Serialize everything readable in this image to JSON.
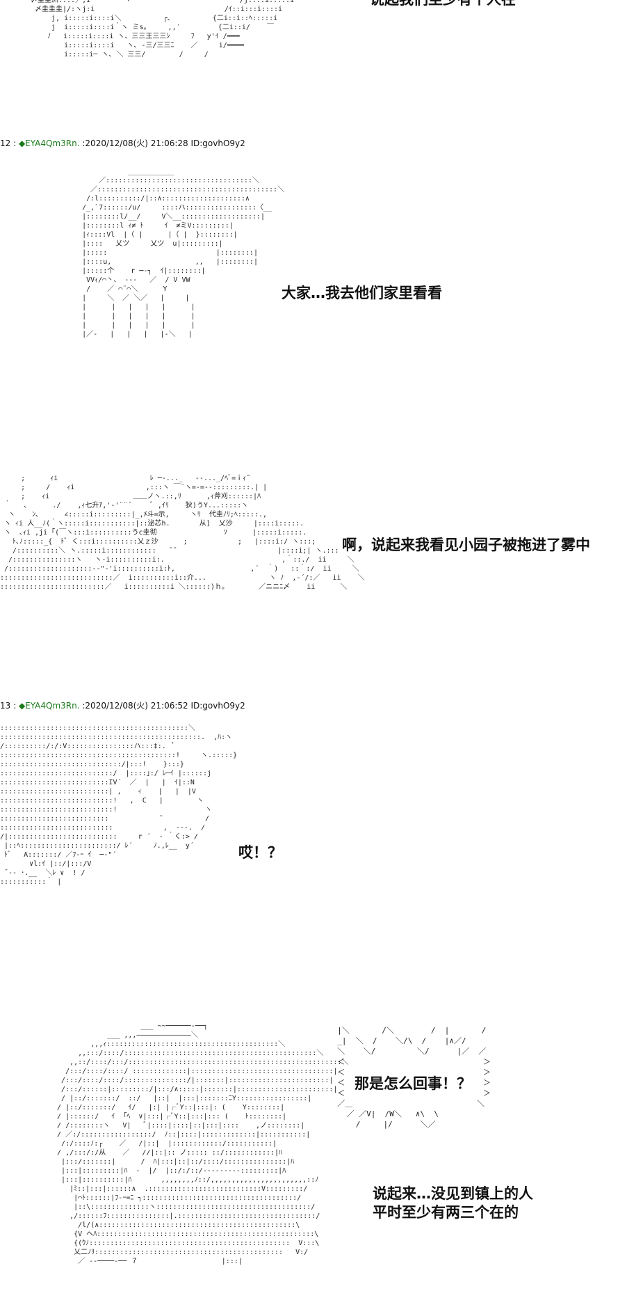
{
  "posts": [
    {
      "number": "12",
      "trip": "◆EYA4Qm3Rn.",
      "datetime": ":2020/12/08(火) 21:06:28",
      "id": "ID:govhO9y2"
    },
    {
      "number": "13",
      "trip": "◆EYA4Qm3Rn.",
      "datetime": ":2020/12/08(火) 21:06:52",
      "id": "ID:govhO9y2"
    }
  ],
  "dialogs": {
    "top_cut": "说起我们至少有个人在",
    "everyone": "大家…我去他们家里看看",
    "sonoko": "啊，说起来我看见小园子被拖进了雾中",
    "huh": "哎！？",
    "what_happened": "那是怎么回事！？",
    "no_people_line1": "说起来…没见到镇上的人",
    "no_people_line2": "平时至少有两三个在的"
  },
  "art": {
    "top": "〆圭圭洲::::／;i        ヽ                          /j::::i:::::i\n 〆圭圭圭|/:ヽj:i                               /ｲ::i:::i::::i\n     j, i:::::i::::i＼          ┌､          {二i::i::ﾍ:::::i\n     j  i:::::i::::i｀ヽ ミs｡     ,,′         {二i::i/    ￣\n    ﾉ   i:::::i::::i ヽ、三三王三三ｼ     ﾌ   y'ｲ /━━━\n        i:::::i::::i   ヽ､ ‐三/三三ﾆ    ／     i/━━━━\n        i:::::i─ ヽ､ ＼ 三三/        /     /",
    "girl1": "                ___________\n         ／:::::::::::::::::::::::::::::::::::＼\n       ／:::::::::::::::::::::::::::::::::::::::::::＼\n      /:l::::::::::/|::∧::::::::::::::::::::∧\n     /_,`7::::::/u/     ::::ハ:::::::::::::::::〈__\n     |::::::::l/__/     V＼__:::::::::::::::::::|\n     |::::::::l ｨ≠ ﾄ     ｲ  ≠ミV:::::::::|\n     |ｨ::::Vl  |（ |      |（ |  }::::::::|\n     |::::   乂ツ     乂ツ  u|:::::::::|\n     |:::::                          |::::::::|\n     |::::u,                    ,,   |::::::::|\n     |:::::个    r ─‐┐  ｲ|::::::::|\n      VVｨ/⌒丶、 ‐‐‐   ／  / V VW\n      /    ／ ⌒¨⌒＼      Y\n     |     ＼  ／ ＼／   |     |\n     |      |   |   |   |      |\n     |      |   |   |   |      |\n     |      |   |   |   |      |\n     |／‐   |   |   |   |‐＼   |",
    "scene": "     ;      ｨi                      ﾚ ─‐..._   ‐‐..._/ﾍﾞ=ｉｨ˝\n     ;     /    ｨi                 ,:::ヽ ￣¨ヽ=‐=‐‐:::::::::.| |\n     ;    ｨi                    ＿＿ノヽ.::,ﾘ      ,ｨ斧刈::::::|ﾊ\n ｀   ､      ./    ,ｨ七升ｱ,'‐'¨¨´     ﾞ ,ｲﾘ    狄)うY...:::::ヽ\n  ヽ    ﾝ､      ∠:::::i:::::::::|_,ﾒ斗=示,     ヽﾘ  代圭ﾉﾘ;ﾍ:::::.,\n ヽ ｨi 人__ﾉ(｀ヽ:::::i:::::::::::|::泌芯h.       从]  乂沙     |::::i:::::.\n ヽ  ､ｨi ,ji ｢(￣ヽ:::i::::::::::うc圭彻                ｿ      |:::::i:::::.\n   ﾄ､ﾉ:::::_{  ﾄﾞ く:::i::::::::::乂ｚ沙      ;            ;   |::::i:/ ヽ:::;\n   /::::::::::＼ ヽ.:::::i::::::::::::   ˘˘                        |::::i;| ヽ.:::\n  /:::::::::::::::ヽ   ヽ‐i::::::::::i:.                            ,｀::./  ii     ＼\n /::::::::::::::::::::‐‐\"‐'i::::::::::i:ﾄ,                  ,´  ｀)   ::｀:/  ii     ＼\n:::::::::::::::::::::::::::／  i::::::::::i::介...               ヽ ﾉ  ,-´/:／   ii    ＼\n:::::::::::::::::::::::::／   i::::::::::i ＼::::::)ｈ｡        ／ニニﾆ〆    ii      ＼",
    "girl2": ":::::::::::::::::::::::::::::::::::::::::::::＼\n::::::::::::::::::::::::::::::::::::::::::::::::.  ,ﾊ:ヽ\n/::::::::::/:/:V::::::::::::::::ハ:::‡:.  ﾟ\n::::::::::::::::::::::::::::::::::::::::::!     ヽ.:::::}\n:::::::::::::::::::::::::::::/|:::!    }:::}\n:::::::::::::::::::::::::::/  |::::｣:/ ﾚ─ｲ |::::::j\n::::::::::::::::::::::::::IV´  ／  |   |  ｲ|::N\n::::::::::::::::::::::::::| ,    ｨ    |   |  |V\n:::::::::::::::::::::::::::!   ,  C   |        ヽ\n:::::::::::::::::::::::::::!                     ヽ\n::::::::::::::::::::::::::            ˜          /\n:::::::::::::::::::::::::::            ,  ‐‐‐.  /\n/|::::::::::::::::::::::::::     r ´  ‐ ｀く:> /\n |::ﾍ:::::::::::::::::::::::/ ﾚ´     ﾉ.,ﾚ__  y´\n ﾄﾞ   A:::::::/ ／ﾌ‐ｰ ｲ  ─‐\"´\n       ∨l:ｲ |::/|:::/V\n ̄ ‐‐ ･.__  ＼ﾚ ∨  ! /\n:::::::::::｀ |",
    "girl3": "                      ___ ~~──────‐──┐\n              ___ ,,,―――――――――――――＼\n          ,,,ｨ:::::::::::::::::::::::::::::::::::::::::＼\n       ,,:::/::::/::::::::::::::::::::::::::::::::::::::::::::::＼\n     ,,::/::::/:::/:::::::::::::::::::::::::::::::::::::::::::::::::::＼\n    /:::/::::/::::/ :::::::::::::|::::::::::::::::::::::::::::::::::|\n   /:::/::::/::::/:::::::::::::::/|:::::::|::::::::::::::::::::::::|\n   /:::/::::::|:::::::::/|:::/∧:::::|:::::::|:::::::::::::::::::::::|\n   / |::/:::::::/  ::/   |::|  |:::|:::::::ﾆY:::::::::::::::::|\n  / |::/:::::::/   ｲ/   |:| |┌ﾞY::|:::|: (    Y::::::::|\n  / |::::::/   ｲ  ｢ﾍ  ∨|:::|┌ﾞY::|:::|::: (    ﾄ::::::::|\n  / /::::::::ヽ   V|   ﾟ|::::|::::|::|:::|::::    ,ノ::::::::|\n  / ／:/:::::::::::::::::/  ﾉ::|::::|:::::::::::::|:::::::::::|\n   /:/::::ﾉ:┌    ／   /|::|  |::::::::::::/:::::::::::|\n  / ,/:::/:/从    ／   //|::|:: ノ::::: ::/::::::::::::|ﾊ\n   |:::/:::::::|      /  ﾊ|:::|::|::/::::/:::::::::::::::|ﾊ\n   |:::|:::::::::|ﾊ  ‐  |/  |::/:/::/‐‐‐‐‐‐‐‐‐:::::::::|ﾊ\n   |:::|::::::::::|ﾊ       ,,,,,,,,ﾉ::/,,,,,,,,,,,,,,,,,,,,,,,::ﾉ\n     |ﾐ::|:::|::::::∧  .:::::::::::::::::::::::::::V:::::::::/\n      |⌒ﾄ::::::|ﾌ‐ｰ=ﾆ ┐:::::::::::::::::::::::::::::::::::::/\n      |::\\::::::::::::::ヽ:::::::::::::::::::::::::::::::::::::/\n     ,/::::::ﾌ:::::::::::::::|.:::::::::::::::::::::::::::::::::/\n       /l/(∧:::::::::::::::::::::::::::::::::::::::::::::::\\\n      {V ヘﾊ::::::::::::::::::::::::::::::::::::::::::::::::::::\\\n      {(ｳﾉ::::::::::::::::::::::::::::::::::::::::::::::::  V:::\\\n      乂二ﾉﾘ:::::::::::::::::::::::::::::::::::::::::::::   V:/\n       ／ ‐‐────‐── ７                    |:::|",
    "burst": "  |＼       /＼        /  |       /\n  _|  ＼  /    ＼/\\  /    |∧／/\n  ＼    ＼/         ＼/      |／  ／\n  ＜                              ＞\n  ＜                              ＞\n  ＜                              ＞\n  ＜                              ＞\n  ／＿                           ＼\n    ／ ／V|  /W＼   ∧\\  \\\n      /     |/      ＼／"
  }
}
